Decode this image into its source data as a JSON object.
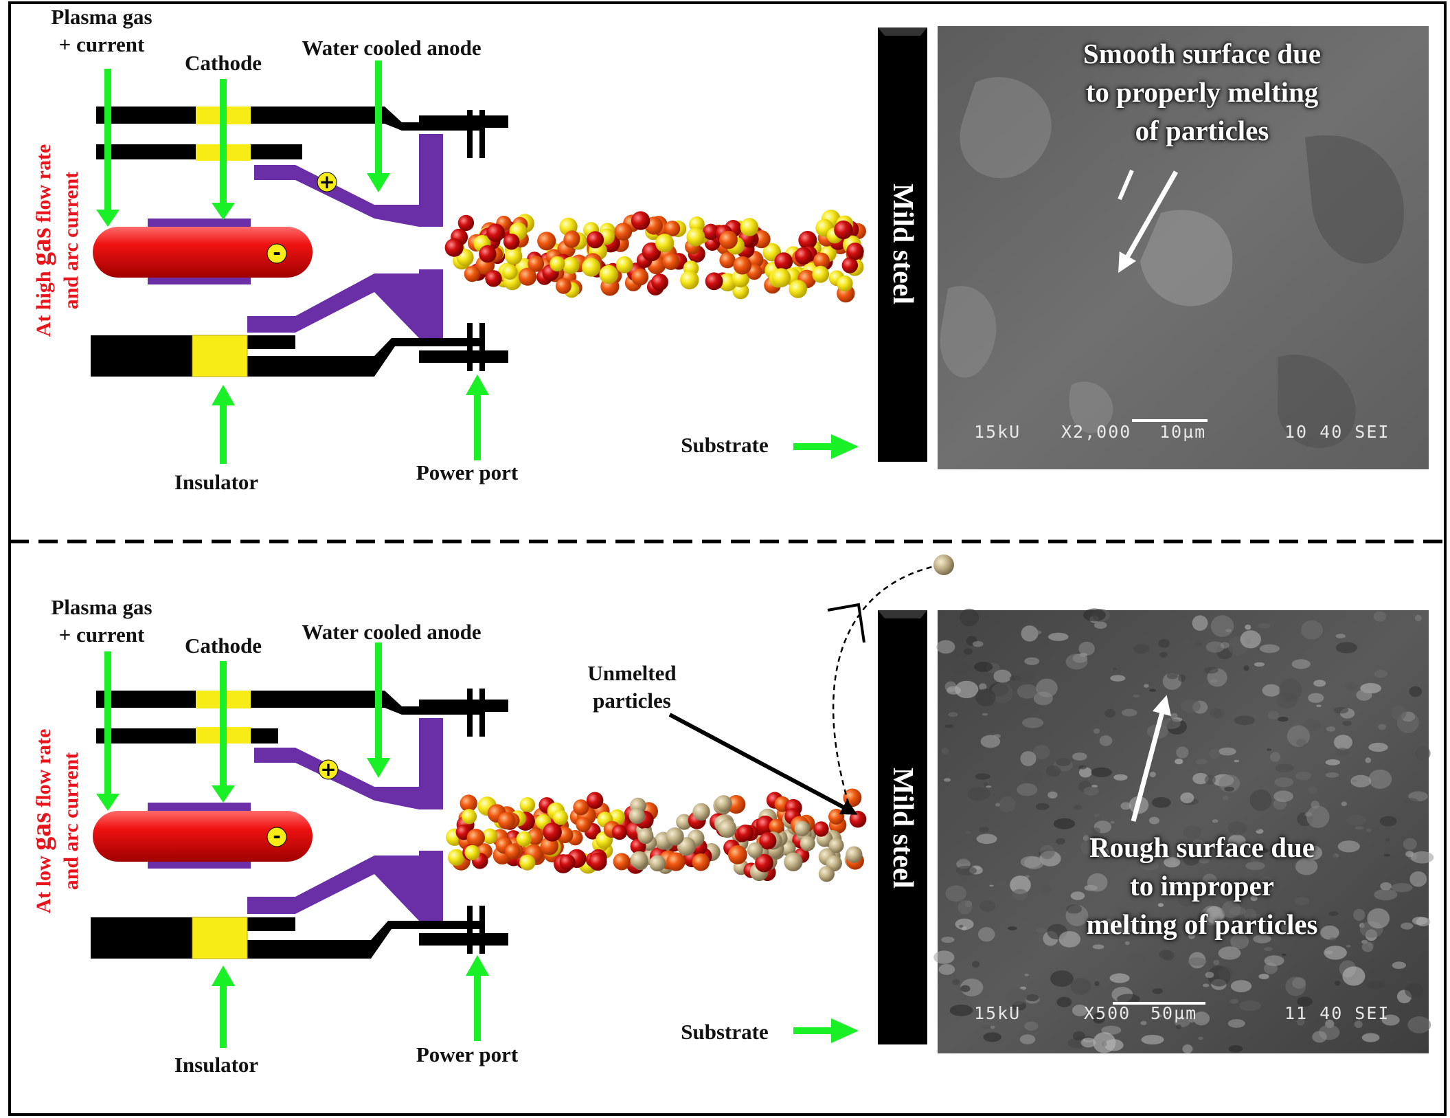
{
  "labels": {
    "plasma_gas": [
      "Plasma gas",
      "+ current"
    ],
    "cathode": "Cathode",
    "anode": "Water cooled anode",
    "insulator": "Insulator",
    "power_port": "Power port",
    "substrate": "Substrate",
    "mild_steel": "Mild steel",
    "plus_sign": "+",
    "minus_sign": "-"
  },
  "top_panel": {
    "side_label": {
      "pre": "At high ",
      "big": "gas",
      "post": " flow rate",
      "line2": "and arc current"
    },
    "sem_note": [
      "Smooth surface due",
      "to properly melting",
      "of particles"
    ],
    "sem_scalebar": {
      "voltage": "15kU",
      "magnification": "X2,000",
      "scale": "10µm",
      "id": "10 40 SEI"
    }
  },
  "bottom_panel": {
    "side_label": {
      "pre": "At low ",
      "big": "gas",
      "post": " flow rate",
      "line2": "and arc current"
    },
    "unmelted_label": [
      "Unmelted",
      "particles"
    ],
    "sem_note": [
      "Rough surface due",
      "to improper",
      "melting of particles"
    ],
    "sem_scalebar": {
      "voltage": "15kU",
      "magnification": "X500",
      "scale": "50µm",
      "id": "11 40 SEI"
    }
  },
  "colors": {
    "arrow": "#19f025",
    "electrode": "#000000",
    "cathode_ring": "#f7ec16",
    "anode": "#6a2fa6",
    "cathode_body": "#ef1212",
    "side_text": "#e8141b",
    "particle_yellow": "#f6e81c",
    "particle_orange": "#f05a12",
    "particle_red": "#d10f0f",
    "particle_unmelted": "#c4b48a",
    "sem_gray": "#7d7d7d"
  }
}
